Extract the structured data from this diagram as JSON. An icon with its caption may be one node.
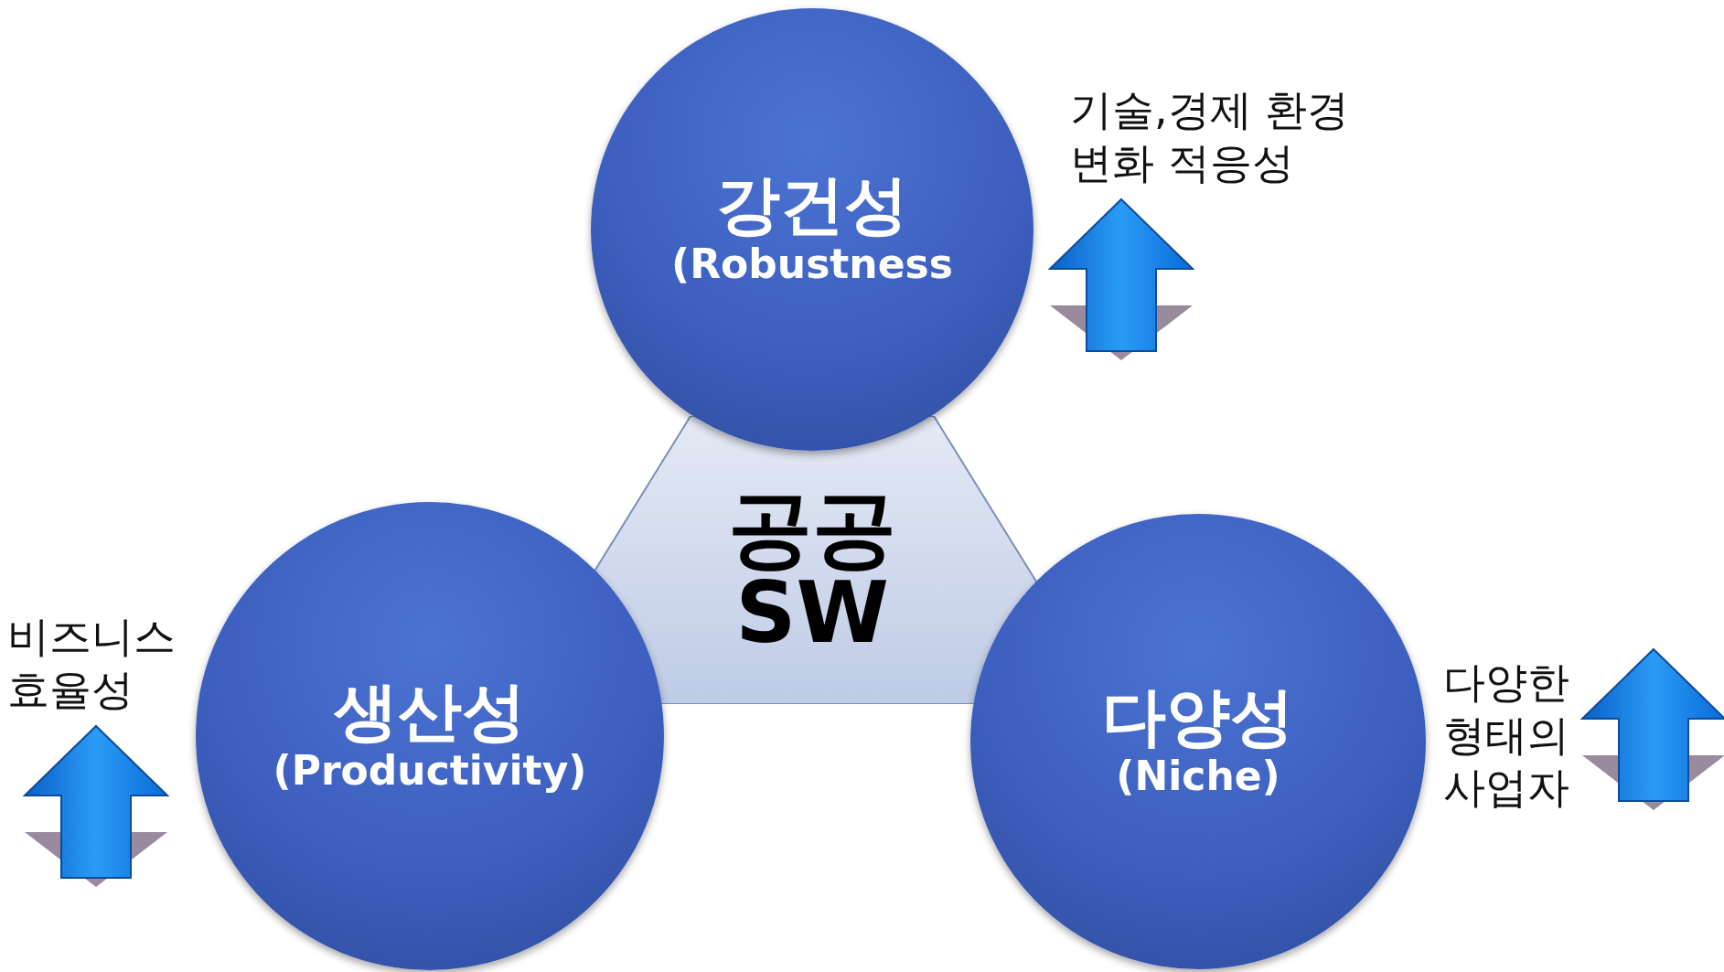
{
  "diagram": {
    "nodes": [
      {
        "text": [
          "강건성",
          "(Robustness"
        ]
      },
      {
        "text": [
          "공공 SW"
        ]
      },
      {
        "text": [
          "생산성",
          "(Productivity)"
        ]
      },
      {
        "text": [
          "다양성",
          "(Niche)"
        ]
      }
    ],
    "labels": [
      "기술,경제 환경 변화 적응성",
      "비즈니스 효율성",
      "다양한 형태의 사업자"
    ]
  }
}
